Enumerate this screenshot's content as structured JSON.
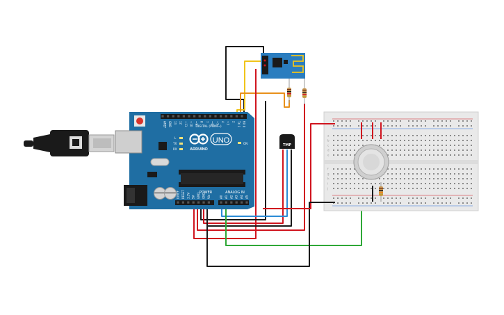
{
  "colors": {
    "board": "#1f6ea3",
    "board_dark": "#185a86",
    "wire_red": "#d0141e",
    "wire_black": "#1a1a1a",
    "wire_green": "#2fa837",
    "wire_blue": "#2b8bd6",
    "wire_yellow": "#f0c419",
    "wire_orange": "#e8901a",
    "breadboard": "#e9e9e9",
    "esp_blue": "#2a7dbf"
  },
  "arduino": {
    "logo_text": "ARDUINO",
    "model": "UNO",
    "digital_label": "DIGITAL (PWM~)",
    "power_label": "POWER",
    "analog_label": "ANALOG IN",
    "tx_label": "TX",
    "rx_label": "RX",
    "l_label": "L",
    "on_label": "ON",
    "digital_pins": [
      "AREF",
      "GND",
      "13",
      "12",
      "~11",
      "~10",
      "~9",
      "8",
      "7",
      "~6",
      "~5",
      "4",
      "~3",
      "2",
      "TX 1",
      "RX 0"
    ],
    "power_pins": [
      "IOREF",
      "RESET",
      "3.3V",
      "5V",
      "GND",
      "GND",
      "Vin"
    ],
    "analog_pins": [
      "A0",
      "A1",
      "A2",
      "A3",
      "A4",
      "A5"
    ]
  },
  "temperature_sensor": {
    "label": "TMP"
  },
  "breadboard": {
    "left_letters": [
      "a",
      "b",
      "c",
      "d",
      "e",
      "f",
      "g",
      "h",
      "i",
      "j"
    ],
    "rail_marks": [
      "+",
      "-"
    ]
  },
  "icons": [
    "usb-cable-icon",
    "reset-button-icon",
    "ic-chip-icon",
    "capacitor-icon",
    "arduino-infinity-logo-icon",
    "antenna-icon",
    "gas-sensor-icon",
    "resistor-icon"
  ]
}
